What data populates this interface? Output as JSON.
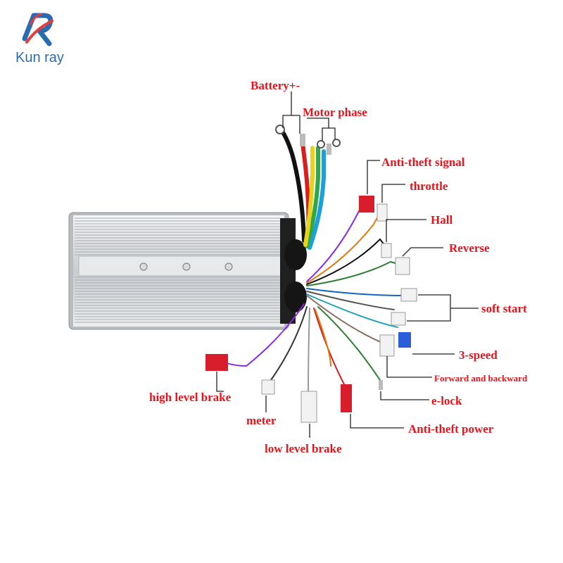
{
  "brand": {
    "name": "Kun ray",
    "colors": {
      "primary": "#2b6cb0",
      "accent": "#e53e3e"
    }
  },
  "labels": {
    "battery": "Battery+-",
    "motor_phase": "Motor phase",
    "anti_theft_signal": "Anti-theft signal",
    "throttle": "throttle",
    "hall": "Hall",
    "reverse": "Reverse",
    "soft_start": "soft start",
    "three_speed": "3-speed",
    "forward_backward": "Forward and backward",
    "e_lock": "e-lock",
    "anti_theft_power": "Anti-theft  power",
    "high_level_brake": "high level brake",
    "meter": "meter",
    "low_level_brake": "low level brake"
  },
  "colors": {
    "label_red": "#e8141c",
    "leader_line": "#222222",
    "housing": "#cfd3d6",
    "connector_red": "#d81e2c",
    "connector_white": "#f2f2f2",
    "connector_blue": "#2b5fd9"
  }
}
